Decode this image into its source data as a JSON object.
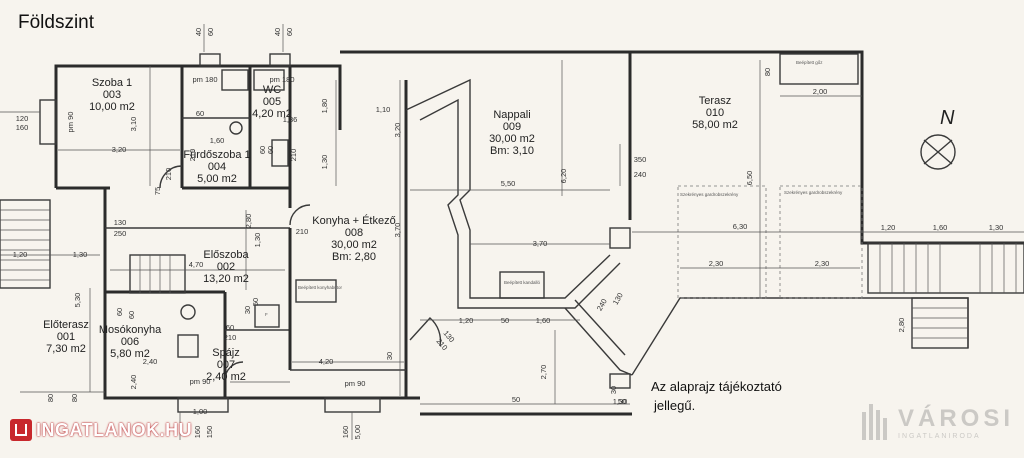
{
  "title": "Földszint",
  "note": [
    "Az alaprajz tájékoztató",
    "jellegű."
  ],
  "compass": "N",
  "rooms": [
    {
      "id": "r1",
      "lines": [
        "Szoba 1",
        "003",
        "10,00 m2"
      ]
    },
    {
      "id": "r2",
      "lines": [
        "WC",
        "005",
        "4,20 m2"
      ]
    },
    {
      "id": "r3",
      "lines": [
        "Fürdőszoba 1",
        "004",
        "5,00 m2"
      ]
    },
    {
      "id": "r4",
      "lines": [
        "Nappali",
        "009",
        "30,00 m2",
        "Bm: 3,10"
      ]
    },
    {
      "id": "r5",
      "lines": [
        "Terasz",
        "010",
        "58,00 m2"
      ]
    },
    {
      "id": "r6",
      "lines": [
        "Konyha + Étkező",
        "008",
        "30,00 m2",
        "Bm: 2,80"
      ]
    },
    {
      "id": "r7",
      "lines": [
        "Előszoba",
        "002",
        "13,20 m2"
      ]
    },
    {
      "id": "r8",
      "lines": [
        "Előterasz",
        "001",
        "7,30 m2"
      ]
    },
    {
      "id": "r9",
      "lines": [
        "Mosókonyha",
        "006",
        "5,80 m2"
      ]
    },
    {
      "id": "r10",
      "lines": [
        "Spájz",
        "007",
        "2,40 m2"
      ]
    }
  ],
  "dimensions": [
    "40",
    "60",
    "40",
    "60",
    "pm 180",
    "pm 180",
    "120",
    "160",
    "pm 90",
    "3,10",
    "3,20",
    "60",
    "1,60",
    "210",
    "1,80",
    "1,10",
    "3,20",
    "60",
    "60",
    "210",
    "1,36",
    "1,30",
    "75",
    "210",
    "5,50",
    "6,20",
    "350",
    "240",
    "6,50",
    "80",
    "2,00",
    "130",
    "250",
    "2,80",
    "210",
    "1,30",
    "3,70",
    "3,70",
    "1,20",
    "1,30",
    "4,70",
    "1,20",
    "1,60",
    "1,30",
    "6,30",
    "2,30",
    "2,30",
    "130",
    "240",
    "5,30",
    "60",
    "60",
    "60",
    "210",
    "1,20",
    "50",
    "1,60",
    "130",
    "210",
    "30",
    "2,40",
    "2,40",
    "pm 90",
    "1,00",
    "4,20",
    "pm 90",
    "2,70",
    "30",
    "80",
    "50",
    "80",
    "160",
    "150",
    "160",
    "5,00",
    "50",
    "1,30",
    "2,80",
    "30",
    "50"
  ],
  "tiny_labels": [
    "Beépített gőz",
    "Szekrényes gardrobszekrény",
    "Szekrényes gardrobszekrény",
    "Beépített konyhabútor",
    "Beépített kandalló",
    "F"
  ],
  "logos": {
    "left": "INGATLANOK.HU",
    "right": "VÁROSI",
    "right_sub": "INGATLANIRODA"
  }
}
